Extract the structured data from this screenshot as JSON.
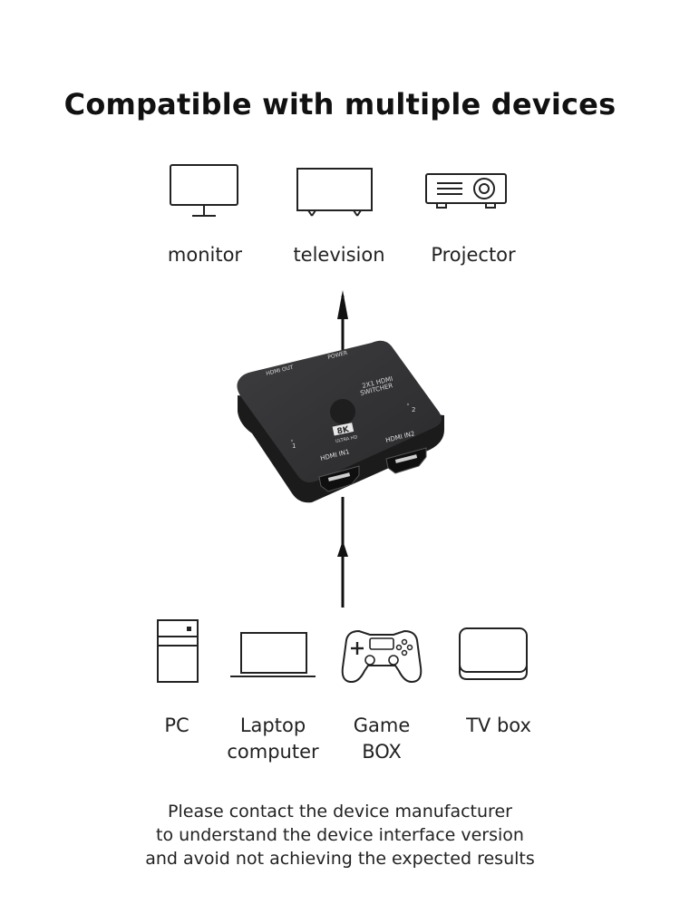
{
  "title": "Compatible with multiple devices",
  "outputs": [
    {
      "label": "monitor",
      "icon": "monitor-icon"
    },
    {
      "label": "television",
      "icon": "television-icon"
    },
    {
      "label": "Projector",
      "icon": "projector-icon"
    }
  ],
  "switcher": {
    "port_out": "HDMI OUT",
    "power": "POWER",
    "model_line1": "2X1 HDMI",
    "model_line2": "SWITCHER",
    "badge": "8K",
    "badge_sub": "ULTRA HD",
    "indicator_1": "1",
    "indicator_2": "2",
    "port_in1": "HDMI IN1",
    "port_in2": "HDMI IN2"
  },
  "inputs": [
    {
      "label": "PC",
      "icon": "pc-tower-icon"
    },
    {
      "label_line1": "Laptop",
      "label_line2": "computer",
      "icon": "laptop-icon"
    },
    {
      "label_line1": "Game",
      "label_line2": "BOX",
      "icon": "game-controller-icon"
    },
    {
      "label": "TV box",
      "icon": "tv-box-icon"
    }
  ],
  "note": {
    "line1": "Please contact the device manufacturer",
    "line2": "to understand the device interface version",
    "line3": "and avoid not achieving the expected results"
  }
}
